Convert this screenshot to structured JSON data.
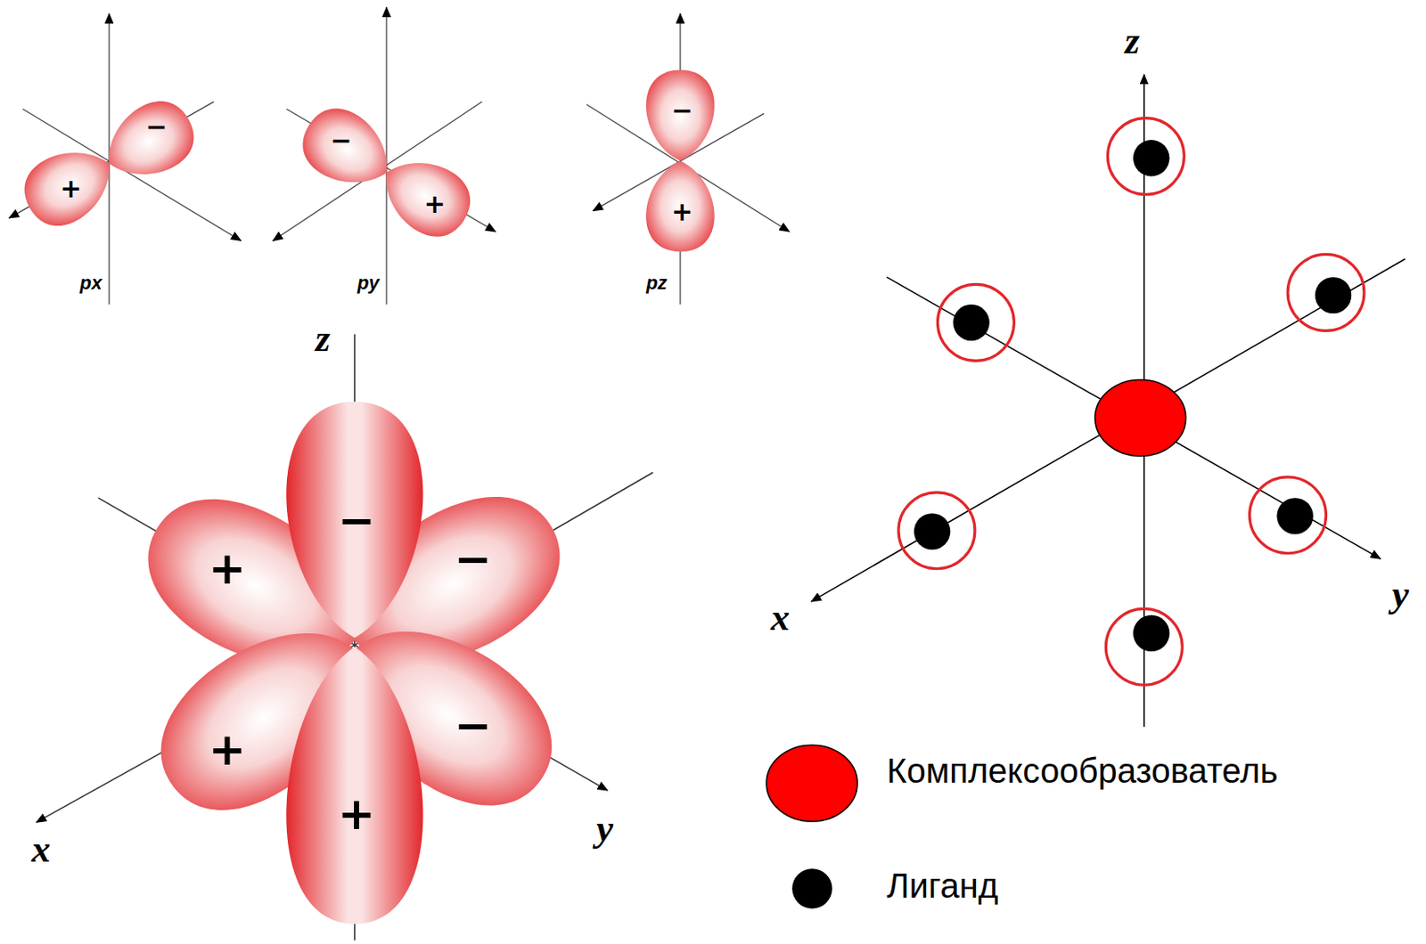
{
  "diagram": {
    "labels": [
      "−",
      "+",
      "−",
      "+",
      "−",
      "+",
      "px",
      "py",
      "pz",
      "z",
      "z",
      "−",
      "+",
      "−",
      "+",
      "−",
      "+",
      "x",
      "y",
      "x",
      "y"
    ],
    "legend": [
      {
        "text": "Комплексообразователь",
        "color": "#ff0000"
      },
      {
        "text": "Лиганд",
        "color": "#000000"
      }
    ]
  }
}
